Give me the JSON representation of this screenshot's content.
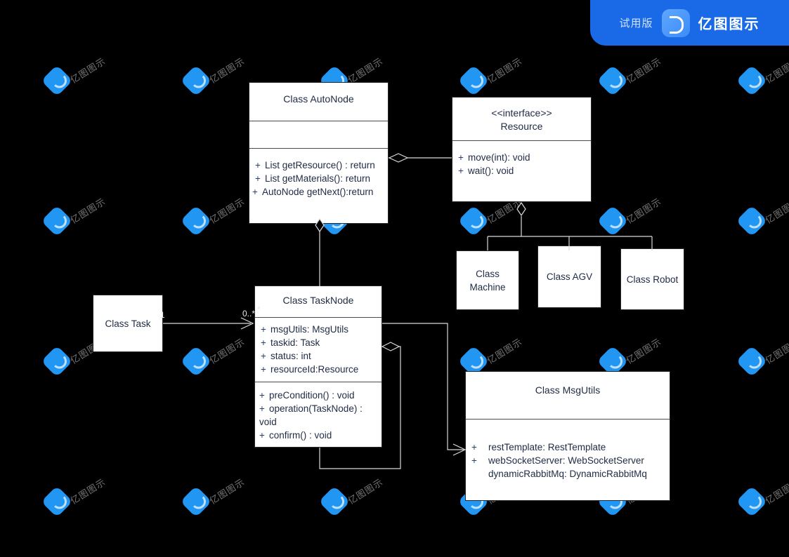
{
  "badge": {
    "trial_label": "试用版",
    "brand_name": "亿图图示",
    "brand_icon": "edraw-logo-icon",
    "background_color": "#1a6ae8"
  },
  "watermark": {
    "text": "亿图图示",
    "logo_icon": "edraw-watermark-icon",
    "color": "#8a8a8a",
    "logo_color": "#2196f3"
  },
  "canvas": {
    "background_color": "#000000",
    "node_fill": "#ffffff",
    "node_border": "#262626",
    "text_color": "#1f2a44",
    "edge_color": "#d9d9d9"
  },
  "diagram": {
    "type": "uml-class-diagram",
    "nodes": [
      {
        "id": "autonode",
        "title": "Class AutoNode",
        "attributes": [],
        "methods": [
          {
            "visibility": "+",
            "text": "List getResource() : return"
          },
          {
            "visibility": "+",
            "text": "List getMaterials(): return"
          },
          {
            "visibility": "+",
            "text": "AutoNode getNext():return"
          }
        ]
      },
      {
        "id": "resource",
        "stereotype": "<<interface>>",
        "title": "Resource",
        "methods": [
          {
            "visibility": "+",
            "text": "move(int): void"
          },
          {
            "visibility": "+",
            "text": "wait(): void"
          }
        ]
      },
      {
        "id": "machine",
        "title": "Class\nMachine"
      },
      {
        "id": "agv",
        "title": "Class AGV"
      },
      {
        "id": "robot",
        "title": "Class Robot"
      },
      {
        "id": "task",
        "title": "Class Task"
      },
      {
        "id": "tasknode",
        "title": "Class TaskNode",
        "attributes": [
          {
            "visibility": "+",
            "text": "msgUtils: MsgUtils"
          },
          {
            "visibility": "+",
            "text": "taskid: Task"
          },
          {
            "visibility": "+",
            "text": "status: int"
          },
          {
            "visibility": "+",
            "text": "resourceId:Resource"
          }
        ],
        "methods": [
          {
            "visibility": "+",
            "text": "preCondition() : void"
          },
          {
            "visibility": "+",
            "text": "operation(TaskNode) :\nvoid"
          },
          {
            "visibility": "+",
            "text": "confirm() : void"
          }
        ]
      },
      {
        "id": "msgutils",
        "title": "Class MsgUtils",
        "attributes": [
          {
            "visibility": "+",
            "text": "restTemplate: RestTemplate"
          },
          {
            "visibility": "+",
            "text": "webSocketServer: WebSocketServer"
          },
          {
            "visibility": "",
            "text": "dynamicRabbitMq: DynamicRabbitMq"
          }
        ]
      }
    ],
    "multiplicities": [
      {
        "id": "task-source",
        "label": "1"
      },
      {
        "id": "tasknode-target",
        "label": "0..*"
      },
      {
        "id": "tasknode-self",
        "label": "*"
      }
    ],
    "edges": [
      {
        "from": "autonode",
        "to": "resource",
        "kind": "aggregation"
      },
      {
        "from": "autonode",
        "to": "tasknode",
        "kind": "aggregation"
      },
      {
        "from": "resource",
        "to": "machine",
        "kind": "aggregation-bus"
      },
      {
        "from": "resource",
        "to": "agv",
        "kind": "aggregation-bus"
      },
      {
        "from": "resource",
        "to": "robot",
        "kind": "aggregation-bus"
      },
      {
        "from": "task",
        "to": "tasknode",
        "kind": "association"
      },
      {
        "from": "tasknode",
        "to": "tasknode",
        "kind": "aggregation-self"
      },
      {
        "from": "tasknode",
        "to": "msgutils",
        "kind": "association"
      }
    ]
  }
}
